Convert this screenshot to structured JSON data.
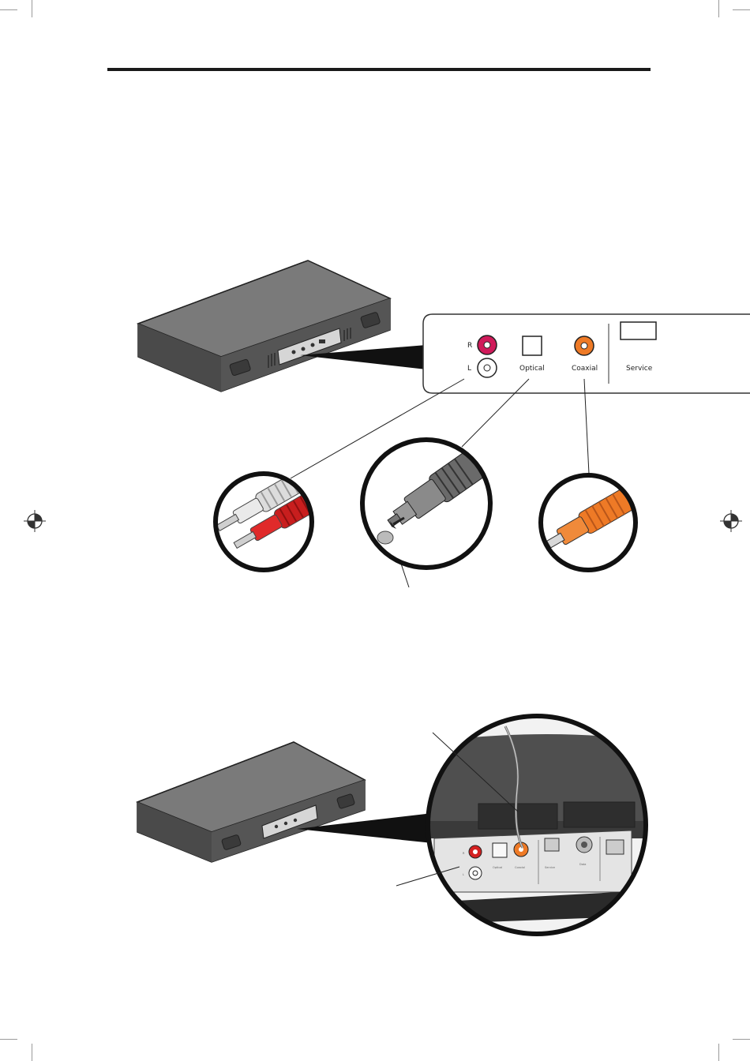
{
  "panel_labels": {
    "right": "R",
    "left": "L",
    "optical": "Optical",
    "coaxial": "Coaxial",
    "service": "Service"
  },
  "closeup_labels": {
    "right": "R",
    "left": "L",
    "optical": "Optical",
    "coaxial": "Coaxial",
    "service": "Service",
    "data": "Data"
  },
  "colors": {
    "red_jack": "#d01a5a",
    "coax_orange": "#ee7a26",
    "rca_red": "#d42020",
    "rca_white": "#e6e6e6",
    "console_dark": "#5e5e5e",
    "console_top": "#7a7a7a"
  },
  "icons": [
    "registration-mark-icon"
  ]
}
